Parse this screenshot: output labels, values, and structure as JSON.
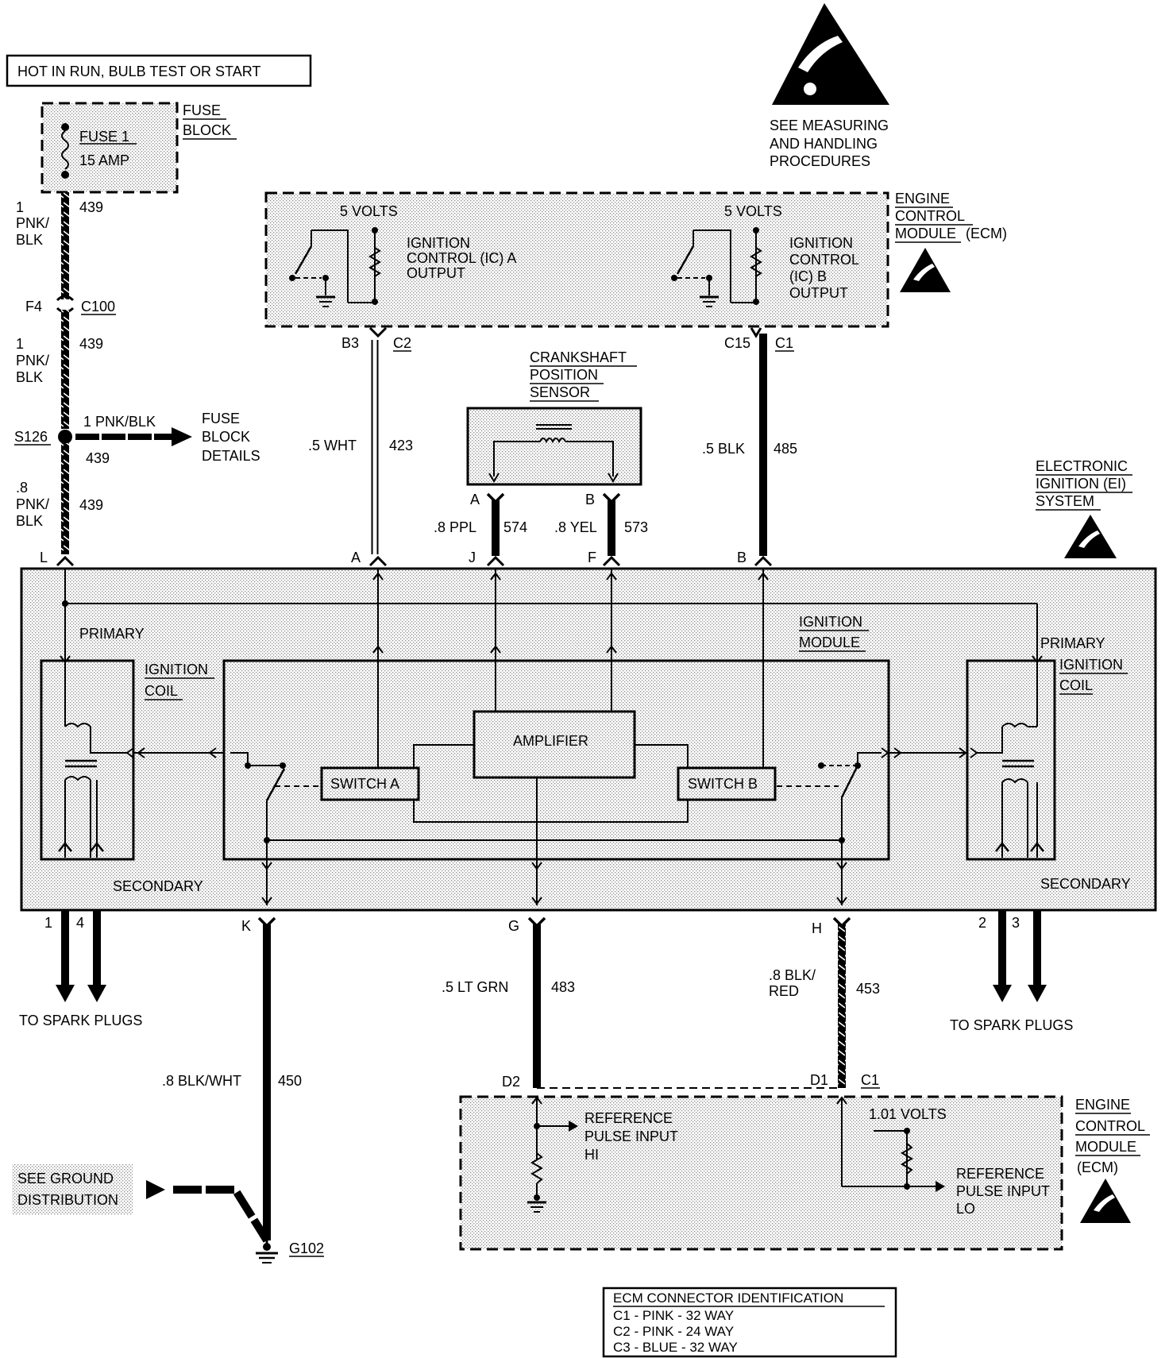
{
  "power_label": "HOT IN RUN, BULB TEST OR START",
  "fuse_block": {
    "title_line1": "FUSE",
    "title_line2": "BLOCK",
    "fuse_name": "FUSE 1",
    "fuse_rating": "15 AMP"
  },
  "warning": {
    "line1": "SEE MEASURING",
    "line2": "AND HANDLING",
    "line3": "PROCEDURES",
    "icon": "esd-warning-icon"
  },
  "ecm_top": {
    "title_line1": "ENGINE",
    "title_line2": "CONTROL",
    "title_line3": "MODULE",
    "title_suffix": "(ECM)",
    "volts_a": "5 VOLTS",
    "volts_b": "5 VOLTS",
    "output_a": [
      "IGNITION",
      "CONTROL (IC) A",
      "OUTPUT"
    ],
    "output_b": [
      "IGNITION",
      "CONTROL",
      "(IC) B",
      "OUTPUT"
    ]
  },
  "wires": {
    "feed_upper": {
      "gauge": [
        "1",
        "PNK/",
        "BLK"
      ],
      "circuit": "439"
    },
    "feed_lower": {
      "gauge": [
        "1",
        "PNK/",
        "BLK"
      ],
      "circuit": "439"
    },
    "feed_module": {
      "gauge": [
        ".8",
        "PNK/",
        "BLK"
      ],
      "circuit": "439"
    },
    "splice_branch": {
      "gauge": "1 PNK/BLK",
      "circuit": "439",
      "dest": [
        "FUSE",
        "BLOCK",
        "DETAILS"
      ]
    },
    "ic_a": {
      "gauge": ".5 WHT",
      "circuit": "423"
    },
    "ic_b": {
      "gauge": ".5 BLK",
      "circuit": "485"
    },
    "ckp_a": {
      "gauge": ".8 PPL",
      "circuit": "574"
    },
    "ckp_b": {
      "gauge": ".8 YEL",
      "circuit": "573"
    },
    "ground": {
      "gauge": ".8 BLK/WHT",
      "circuit": "450"
    },
    "ref_hi": {
      "gauge": ".5 LT GRN",
      "circuit": "483"
    },
    "ref_lo": {
      "gauge": [
        ".8 BLK/",
        "RED"
      ],
      "circuit": "453"
    }
  },
  "connectors": {
    "f4": "F4",
    "c100": "C100",
    "s126": "S126",
    "b3": "B3",
    "c2": "C2",
    "c15": "C15",
    "c1_top": "C1",
    "pin_l": "L",
    "pin_a": "A",
    "pin_j": "J",
    "pin_f": "F",
    "pin_b": "B",
    "sensor_a": "A",
    "sensor_b": "B",
    "pin_1": "1",
    "pin_4": "4",
    "pin_k": "K",
    "pin_g": "G",
    "pin_h": "H",
    "pin_2": "2",
    "pin_3": "3",
    "d2": "D2",
    "d1": "D1",
    "c1_bottom": "C1",
    "g102": "G102"
  },
  "crank_sensor": [
    "CRANKSHAFT",
    "POSITION",
    "SENSOR"
  ],
  "ei_system": [
    "ELECTRONIC",
    "IGNITION (EI)",
    "SYSTEM"
  ],
  "module": {
    "ignition_module": [
      "IGNITION",
      "MODULE"
    ],
    "primary_left": "PRIMARY",
    "primary_right": "PRIMARY",
    "coil_left": [
      "IGNITION",
      "COIL"
    ],
    "coil_right": [
      "IGNITION",
      "COIL"
    ],
    "secondary_left": "SECONDARY",
    "secondary_right": "SECONDARY",
    "amplifier": "AMPLIFIER",
    "switch_a": "SWITCH A",
    "switch_b": "SWITCH B"
  },
  "spark_left": "TO SPARK PLUGS",
  "spark_right": "TO SPARK PLUGS",
  "ground_dist": [
    "SEE GROUND",
    "DISTRIBUTION"
  ],
  "ecm_bottom": {
    "title": [
      "ENGINE",
      "CONTROL",
      "MODULE",
      "(ECM)"
    ],
    "ref_hi": [
      "REFERENCE",
      "PULSE INPUT",
      "HI"
    ],
    "ref_lo": [
      "REFERENCE",
      "PULSE INPUT",
      "LO"
    ],
    "volts": "1.01 VOLTS"
  },
  "connector_table": {
    "title": "ECM CONNECTOR IDENTIFICATION",
    "rows": [
      "C1 - PINK - 32 WAY",
      "C2 - PINK - 24 WAY",
      "C3 - BLUE - 32 WAY"
    ]
  }
}
